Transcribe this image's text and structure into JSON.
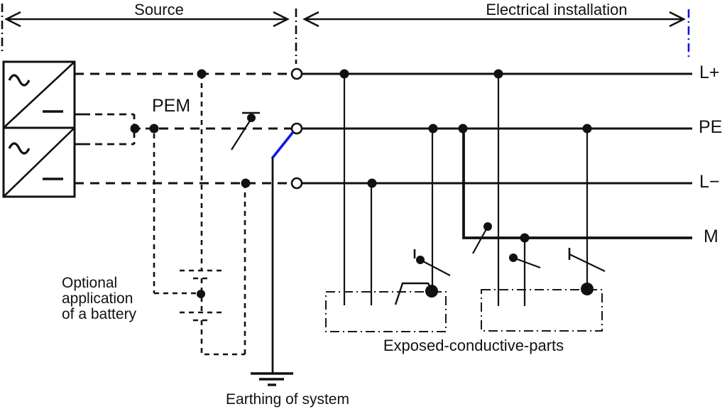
{
  "header": {
    "source_label": "Source",
    "installation_label": "Electrical installation"
  },
  "source": {
    "pem_label": "PEM",
    "battery_note_line1": "Optional",
    "battery_note_line2": "application",
    "battery_note_line3": "of a battery"
  },
  "conductors": {
    "l_plus": "L+",
    "pe": "PE",
    "l_minus": "L−",
    "m": "M"
  },
  "footer": {
    "earthing_label": "Earthing of system",
    "exposed_label": "Exposed-conductive-parts"
  },
  "icons": {
    "ac_wave": "~",
    "dc_bar": "—",
    "earth": "ground-symbol"
  },
  "colors": {
    "ink": "#111111",
    "accent_blue": "#1414e8",
    "background": "#ffffff"
  }
}
